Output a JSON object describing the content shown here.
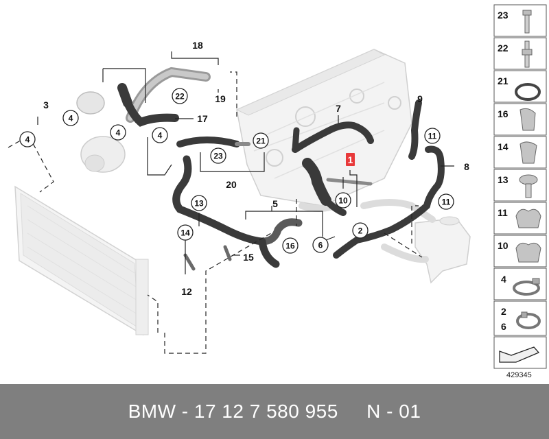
{
  "callouts": {
    "n1": "1",
    "n2": "2",
    "n3": "3",
    "n4a": "4",
    "n4b": "4",
    "n4c": "4",
    "n4d": "4",
    "n5": "5",
    "n6": "6",
    "n7": "7",
    "n8": "8",
    "n9": "9",
    "n10": "10",
    "n11a": "11",
    "n11b": "11",
    "n12": "12",
    "n13": "13",
    "n14": "14",
    "n15": "15",
    "n16": "16",
    "n17": "17",
    "n18": "18",
    "n19": "19",
    "n20": "20",
    "n21": "21",
    "n22": "22",
    "n23": "23"
  },
  "legend": [
    {
      "num": "23",
      "icon": "bolt-icon"
    },
    {
      "num": "22",
      "icon": "stud-bolt-icon"
    },
    {
      "num": "21",
      "icon": "o-ring-icon"
    },
    {
      "num": "16",
      "icon": "holder-clip-icon"
    },
    {
      "num": "14",
      "icon": "holder-clip-icon"
    },
    {
      "num": "13",
      "icon": "plastic-screw-icon"
    },
    {
      "num": "11",
      "icon": "double-clip-icon"
    },
    {
      "num": "10",
      "icon": "double-clip-icon"
    },
    {
      "num": "4",
      "icon": "hose-clamp-icon"
    },
    {
      "num": "2",
      "num2": "6",
      "icon": "spring-clamp-icon"
    }
  ],
  "reference_number": "429345",
  "footer": {
    "text": "BMW - 17 12 7 580 955     N - 01"
  },
  "colors": {
    "highlight": "#e8393a",
    "hose": "#3a3a3a",
    "footer_bg": "#7f7f7f"
  }
}
